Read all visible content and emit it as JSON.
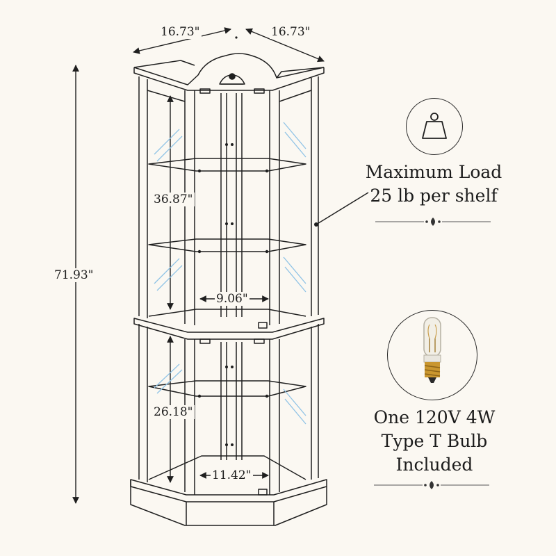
{
  "dimensions": {
    "width_left": "16.73\"",
    "width_right": "16.73\"",
    "total_height": "71.93\"",
    "upper_section_height": "36.87\"",
    "lower_section_height": "26.18\"",
    "upper_inner_width": "9.06\"",
    "lower_inner_width": "11.42\""
  },
  "features": {
    "load": {
      "icon": "weight-icon",
      "line1": "Maximum Load",
      "line2": "25 lb per shelf"
    },
    "bulb": {
      "icon": "bulb-icon",
      "line1": "One 120V 4W",
      "line2": "Type T Bulb",
      "line3": "Included"
    }
  },
  "colors": {
    "background": "#fbf8f2",
    "line": "#1f1f1f",
    "glass_reflection": "#8fc3e6",
    "bulb_base": "#c9962f"
  }
}
